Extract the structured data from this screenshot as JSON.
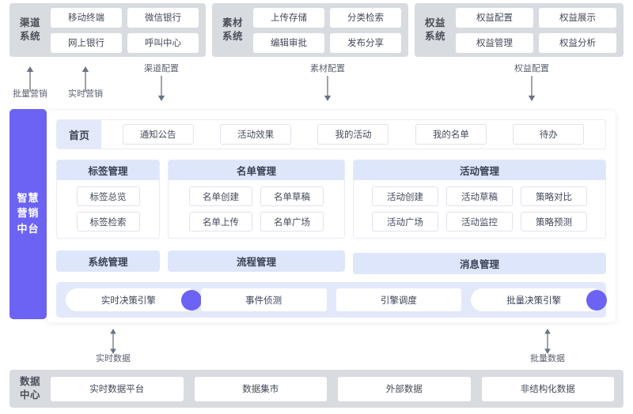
{
  "top_systems": [
    {
      "id": "channel",
      "label": "渠道\n系统",
      "label_lines": [
        "渠道",
        "系统"
      ],
      "cells": [
        "移动终端",
        "微信银行",
        "网上银行",
        "呼叫中心"
      ]
    },
    {
      "id": "material",
      "label_lines": [
        "素材",
        "系统"
      ],
      "cells": [
        "上传存储",
        "分类检索",
        "编辑审批",
        "发布分享"
      ]
    },
    {
      "id": "rights",
      "label_lines": [
        "权益",
        "系统"
      ],
      "cells": [
        "权益配置",
        "权益展示",
        "权益管理",
        "权益分析"
      ]
    }
  ],
  "top_arrows": [
    {
      "label": "批量营销",
      "direction": "up"
    },
    {
      "label": "实时营销",
      "direction": "up"
    },
    {
      "label": "渠道配置",
      "direction": "down"
    },
    {
      "label": "素材配置",
      "direction": "down"
    },
    {
      "label": "权益配置",
      "direction": "down"
    }
  ],
  "bottom_arrows": [
    {
      "label": "实时数据",
      "direction": "both"
    },
    {
      "label": "批量数据",
      "direction": "both"
    }
  ],
  "rail": {
    "label_lines": [
      "智慧",
      "营销",
      "中台"
    ]
  },
  "platform": {
    "tabs": {
      "home": "首页",
      "items": [
        "通知公告",
        "活动效果",
        "我的活动",
        "我的名单",
        "待办"
      ]
    },
    "modules": [
      {
        "title": "标签管理",
        "items": [
          "标签总览",
          "标签检索"
        ]
      },
      {
        "title": "名单管理",
        "items": [
          "名单创建",
          "名单草稿",
          "名单上传",
          "名单广场"
        ]
      },
      {
        "title": "活动管理",
        "items": [
          "活动创建",
          "活动草稿",
          "策略对比",
          "活动广场",
          "活动监控",
          "策略预测"
        ]
      }
    ],
    "bars": [
      "系统管理",
      "流程管理",
      "消息管理"
    ],
    "engines": [
      {
        "label": "实时决策引擎",
        "dot": true
      },
      {
        "label": "事件侦测",
        "dot": false
      },
      {
        "label": "引擎调度",
        "dot": false
      },
      {
        "label": "批量决策引擎",
        "dot": true
      }
    ]
  },
  "data_center": {
    "label_lines": [
      "数据",
      "中心"
    ],
    "cells": [
      "实时数据平台",
      "数据集市",
      "外部数据",
      "非结构化数据"
    ]
  },
  "colors": {
    "purple": "#6c63f5",
    "panel_gray": "#d8dbdf",
    "header_blue": "#dee6fb",
    "strip_blue": "#e3e9fa"
  }
}
